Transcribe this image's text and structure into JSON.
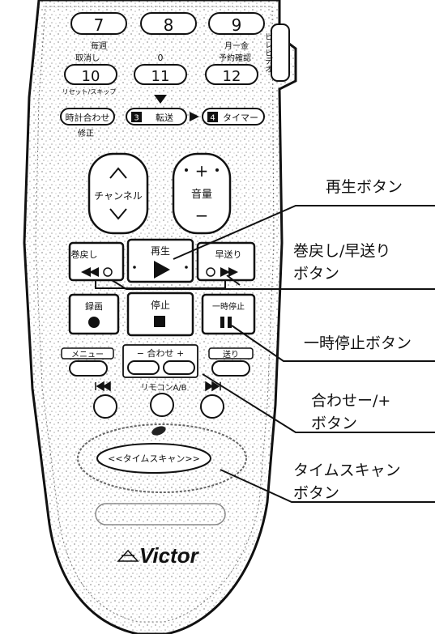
{
  "remote": {
    "brand": "Victor",
    "numbers": {
      "b7": "7",
      "b7_sub": "毎週",
      "b8": "8",
      "b9": "9",
      "b9_sub": "月ー金",
      "b0": "0",
      "b10_top": "取消し",
      "b10": "10",
      "b10_sub": "リセット/スキップ",
      "b11": "11",
      "b12_top": "予約確認",
      "b12": "12"
    },
    "side_tab": "ビレビデオ",
    "clock_set": "時計合わせ",
    "clock_fix": "修正",
    "transfer": "転送",
    "transfer_num": "3",
    "timer": "タイマー",
    "timer_num": "4",
    "channel": "チャンネル",
    "volume": "音量",
    "plus_sign": "+",
    "minus_sign": "−",
    "rewind": "巻戻し",
    "play": "再生",
    "ffwd": "早送り",
    "record": "録画",
    "stop": "停止",
    "pause": "一時停止",
    "menu": "メニュー",
    "adjust": "− 合わせ +",
    "send": "送り",
    "remote_ab": "リモコンA/B",
    "time_scan": "<<タイムスキャン>>"
  },
  "callouts": {
    "play": "再生ボタン",
    "rew_ff_1": "巻戻し/早送り",
    "rew_ff_2": "ボタン",
    "pause": "一時停止ボタン",
    "adjust_1": "合わせー/+",
    "adjust_2": "ボタン",
    "timescan_1": "タイムスキャン",
    "timescan_2": "ボタン"
  }
}
